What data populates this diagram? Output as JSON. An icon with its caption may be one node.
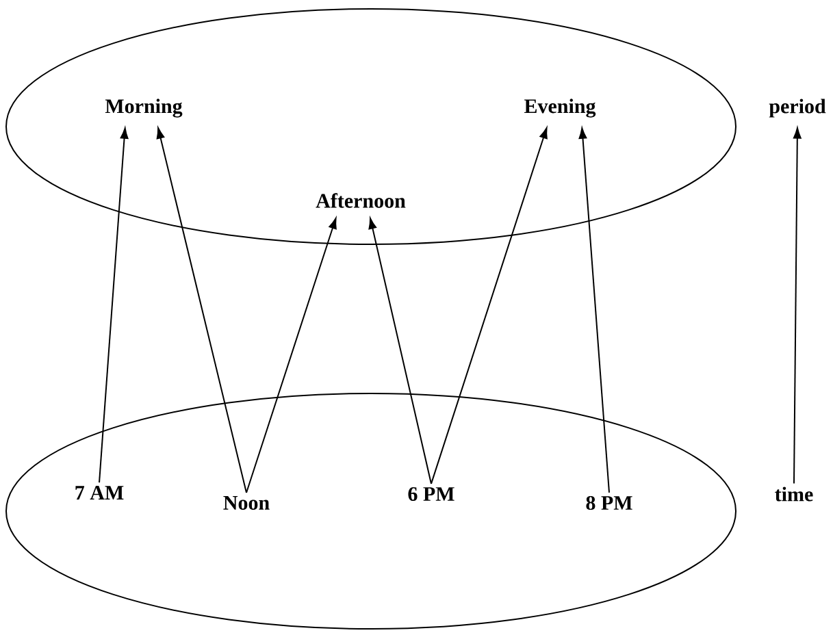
{
  "diagram": {
    "nodes": [
      {
        "text": [],
        "shape": "ellipse"
      },
      {
        "text": [
          "Morning"
        ],
        "in": 0
      },
      {
        "text": [
          "Evening"
        ],
        "in": 0
      },
      {
        "text": [
          "Afternoon"
        ],
        "in": 0
      },
      {
        "text": [
          "period"
        ]
      },
      {
        "text": [],
        "shape": "ellipse"
      },
      {
        "text": [
          "7 AM"
        ],
        "in": 5
      },
      {
        "text": [
          "Noon"
        ],
        "in": 5
      },
      {
        "text": [
          "6 PM"
        ],
        "in": 5
      },
      {
        "text": [
          "8 PM"
        ],
        "in": 5
      },
      {
        "text": [
          "time"
        ]
      }
    ],
    "edges": [
      {
        "from": 6,
        "to": 1,
        "arrow": "to"
      },
      {
        "from": 7,
        "to": 1,
        "arrow": "to"
      },
      {
        "from": 7,
        "to": 3,
        "arrow": "to"
      },
      {
        "from": 8,
        "to": 3,
        "arrow": "to"
      },
      {
        "from": 8,
        "to": 2,
        "arrow": "to"
      },
      {
        "from": 9,
        "to": 2,
        "arrow": "to"
      },
      {
        "from": 10,
        "to": 4,
        "arrow": "to"
      }
    ]
  }
}
